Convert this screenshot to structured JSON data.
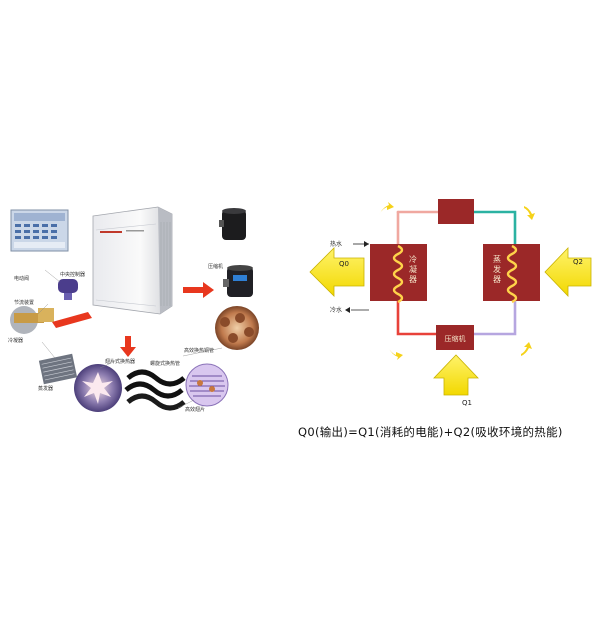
{
  "left_figure": {
    "unit_labels": {
      "controller": "中央控制器",
      "valve_label": "电动阀",
      "valve_label2": "节流装置",
      "condenser_label": "冷凝器",
      "evap_label": "蒸发器",
      "compressor_label": "压缩机",
      "copper_label": "高效换热铜管",
      "fin_label": "翅片式换热器",
      "spiral_label": "螺旋式换热管",
      "fin_label2": "高效翅片"
    }
  },
  "right_figure": {
    "left_box_text": "冷凝器",
    "right_box_text": "蒸发器",
    "bottom_box_text": "压缩机",
    "label_hot_water": "热水",
    "label_cold_water": "冷水",
    "label_q0": "Q0",
    "label_q2": "Q2",
    "label_q1": "Q1"
  },
  "formula": "Q0(输出)=Q1(消耗的电能)+Q2(吸收环境的热能)"
}
